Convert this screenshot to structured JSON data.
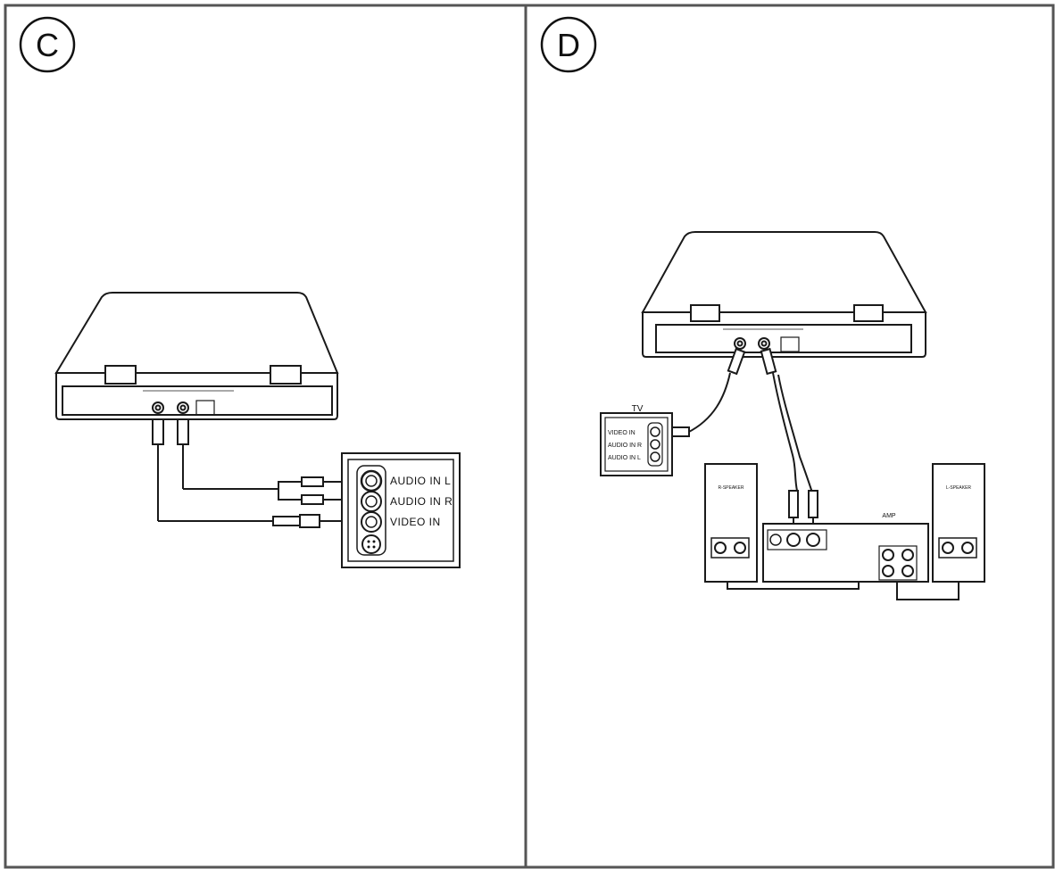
{
  "panels": [
    {
      "letter": "C",
      "tv_inputs": [
        "AUDIO IN L",
        "AUDIO IN R",
        "VIDEO IN"
      ]
    },
    {
      "letter": "D",
      "tv_title": "TV",
      "tv_inputs": [
        "VIDEO IN",
        "AUDIO IN R",
        "AUDIO IN L"
      ],
      "left_speaker": "R-SPEAKER",
      "amp": "AMP",
      "right_speaker": "L-SPEAKER"
    }
  ],
  "colors": {
    "line": "#1a1a1a",
    "background": "#ffffff",
    "frame": "#555555"
  }
}
